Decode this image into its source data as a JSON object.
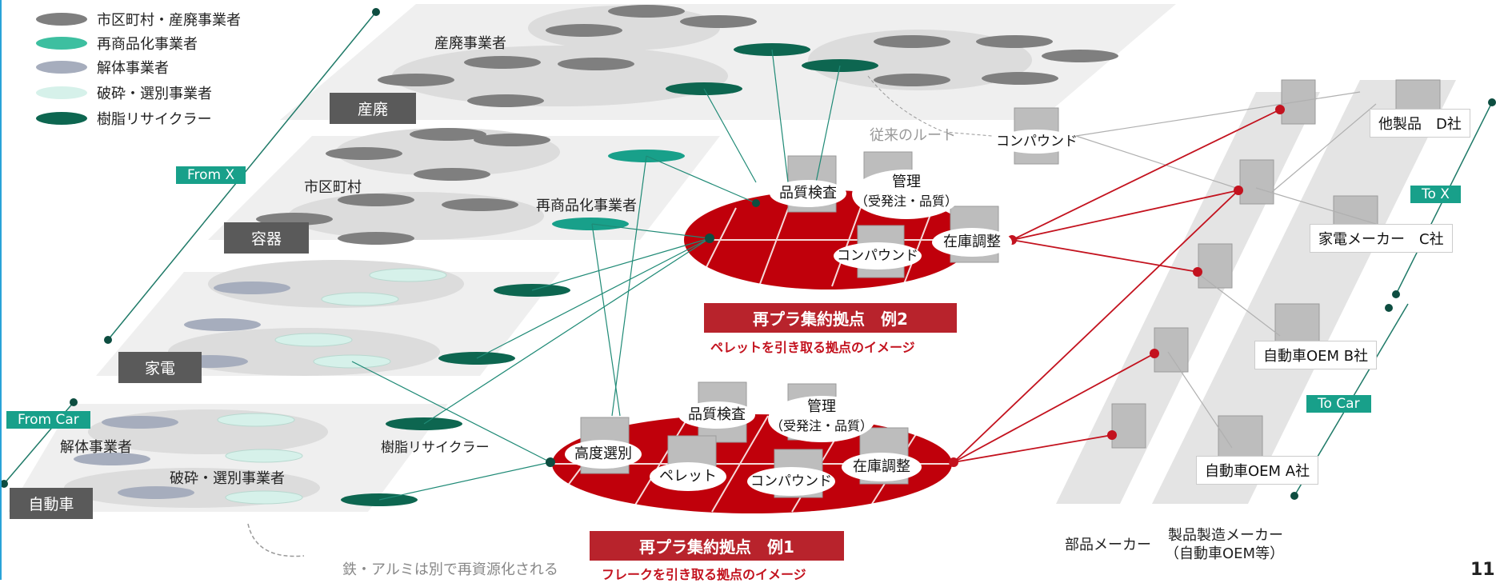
{
  "legend": [
    {
      "label": "市区町村・産廃事業者",
      "color": "#7f7f7f"
    },
    {
      "label": "再商品化事業者",
      "color": "#3dbfa0"
    },
    {
      "label": "解体事業者",
      "color": "#a6adbd"
    },
    {
      "label": "破砕・選別事業者",
      "color": "#d6f1ea"
    },
    {
      "label": "樹脂リサイクラー",
      "color": "#0d6650"
    }
  ],
  "flow_tags": {
    "from_x": "From X",
    "from_car": "From Car",
    "to_x": "To X",
    "to_car": "To Car"
  },
  "categories": {
    "sanpai": "産廃",
    "youki": "容器",
    "kaden": "家電",
    "jidousha": "自動車"
  },
  "layer_labels": {
    "sanpai_operator": "産廃事業者",
    "municipality": "市区町村",
    "recommercialization": "再商品化事業者",
    "demolition": "解体事業者",
    "resin_recycler": "樹脂リサイクラー",
    "crushing_sorting": "破砕・選別事業者"
  },
  "conventional_route": "従来のルート",
  "compound_top": "コンパウンド",
  "hub2": {
    "quality": "品質検査",
    "mgmt_line1": "管理",
    "mgmt_line2": "（受発注・品質）",
    "compound": "コンパウンド",
    "inventory": "在庫調整",
    "banner": "再プラ集約拠点　例2",
    "subtitle": "ペレットを引き取る拠点のイメージ"
  },
  "hub1": {
    "advanced_sorting": "高度選別",
    "quality": "品質検査",
    "mgmt_line1": "管理",
    "mgmt_line2": "（受発注・品質）",
    "pellet": "ペレット",
    "compound": "コンパウンド",
    "inventory": "在庫調整",
    "banner": "再プラ集約拠点　例1",
    "subtitle": "フレークを引き取る拠点のイメージ"
  },
  "companies": {
    "d": "他製品　D社",
    "c": "家電メーカー　C社",
    "b": "自動車OEM B社",
    "a": "自動車OEM A社"
  },
  "bottom": {
    "parts_maker": "部品メーカー",
    "product_maker_line1": "製品製造メーカー",
    "product_maker_line2": "（自動車OEM等）",
    "metal_note": "鉄・アルミは別で再資源化される"
  },
  "page_number": "11"
}
